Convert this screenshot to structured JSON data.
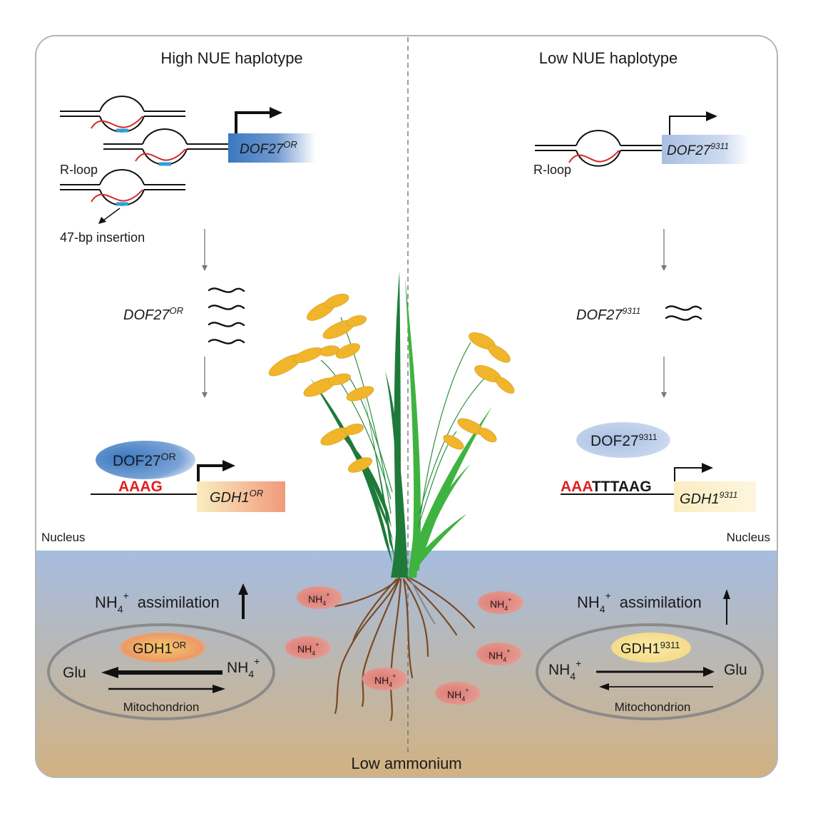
{
  "colors": {
    "panel_border": "#b5b5b5",
    "dna_red": "#d42a2a",
    "insertion_blue": "#2f9fd8",
    "dof_high": "#3b78c0",
    "dof_low": "#a9bfe2",
    "gdh_warm": "#f09a7b",
    "gdh_pale": "#faedc0",
    "motif_red": "#e02020",
    "soil_top": "#a5bde0",
    "soil_bottom": "#d2b282",
    "nh4_blob": "#de7a74",
    "leaf_dark": "#1f7a3a",
    "leaf_light": "#3fb340",
    "grain": "#f0b52a",
    "root": "#7a4a22"
  },
  "left": {
    "title": "High NUE haplotype",
    "rloop_label": "R-loop",
    "insertion_label": "47-bp insertion",
    "gene_name": "DOF27",
    "gene_sup": "OR",
    "mrna_name": "DOF27",
    "mrna_sup": "OR",
    "protein_name": "DOF27",
    "protein_sup": "OR",
    "motif": "AAAG",
    "target_name": "GDH1",
    "target_sup": "OR",
    "nucleus": "Nucleus",
    "nh4_base": "NH",
    "nh4_sub": "4",
    "nh4_charge": "+",
    "assimilation": "assimilation",
    "enzyme_name": "GDH1",
    "enzyme_sup": "OR",
    "glu": "Glu",
    "organelle": "Mitochondrion"
  },
  "right": {
    "title": "Low NUE haplotype",
    "rloop_label": "R-loop",
    "gene_name": "DOF27",
    "gene_sup": "9311",
    "mrna_name": "DOF27",
    "mrna_sup": "9311",
    "protein_name": "DOF27",
    "protein_sup": "9311",
    "motif_red": "AAA",
    "motif_black": "TTTAAG",
    "target_name": "GDH1",
    "target_sup": "9311",
    "nucleus": "Nucleus",
    "nh4_base": "NH",
    "nh4_sub": "4",
    "nh4_charge": "+",
    "assimilation": "assimilation",
    "enzyme_name": "GDH1",
    "enzyme_sup": "9311",
    "glu": "Glu",
    "organelle": "Mitochondrion"
  },
  "soil": {
    "label": "Low ammonium",
    "ion_base": "NH",
    "ion_sub": "4",
    "ion_charge": "+"
  }
}
